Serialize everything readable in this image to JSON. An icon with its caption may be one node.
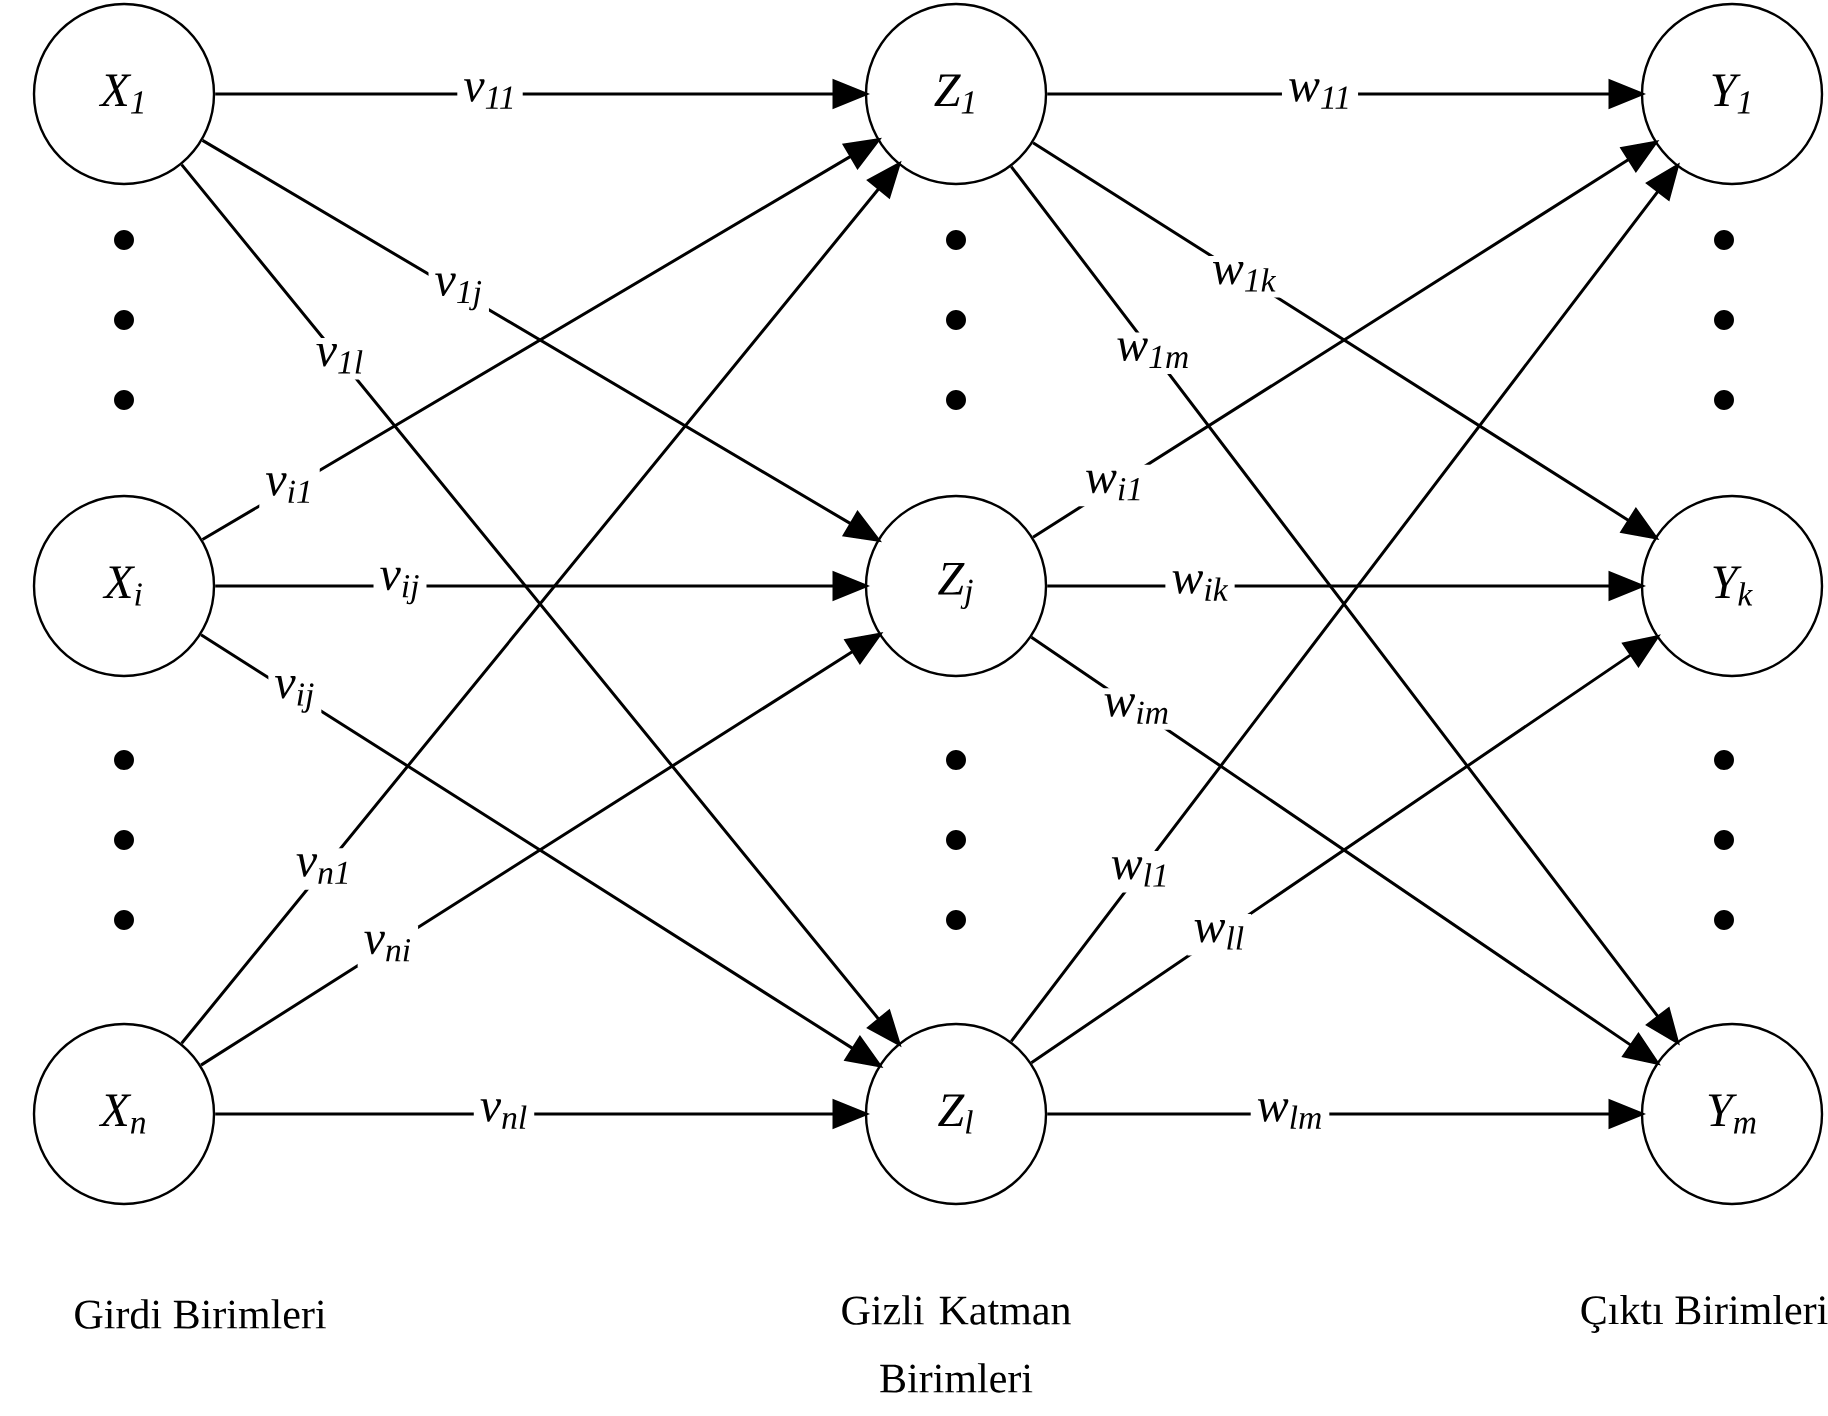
{
  "diagram": {
    "nodes": [
      {
        "text": [
          "X$_{1}$"
        ]
      },
      {
        "text": [
          "X$_{i}$"
        ]
      },
      {
        "text": [
          "X$_{n}$"
        ]
      },
      {
        "text": [
          "Z$_{1}$"
        ]
      },
      {
        "text": [
          "Z$_{j}$"
        ]
      },
      {
        "text": [
          "Z$_{l}$"
        ]
      },
      {
        "text": [
          "Y$_{1}$"
        ]
      },
      {
        "text": [
          "Y$_{k}$"
        ]
      },
      {
        "text": [
          "Y$_{m}$"
        ]
      }
    ],
    "edges": [
      {
        "from": 0,
        "to": 3,
        "arrow": "to",
        "label": "v$_{11}$"
      },
      {
        "from": 0,
        "to": 4,
        "arrow": "to",
        "label": "v$_{1j}$"
      },
      {
        "from": 0,
        "to": 5,
        "arrow": "to",
        "label": "v$_{1l}$"
      },
      {
        "from": 1,
        "to": 3,
        "arrow": "to",
        "label": "v$_{i1}$"
      },
      {
        "from": 1,
        "to": 4,
        "arrow": "to",
        "label": "v$_{ij}$"
      },
      {
        "from": 1,
        "to": 5,
        "arrow": "to",
        "label": "v$_{ij}$"
      },
      {
        "from": 2,
        "to": 3,
        "arrow": "to",
        "label": "v$_{n1}$"
      },
      {
        "from": 2,
        "to": 4,
        "arrow": "to",
        "label": "v$_{ni}$"
      },
      {
        "from": 2,
        "to": 5,
        "arrow": "to",
        "label": "v$_{nl}$"
      },
      {
        "from": 3,
        "to": 6,
        "arrow": "to",
        "label": "w$_{11}$"
      },
      {
        "from": 3,
        "to": 7,
        "arrow": "to",
        "label": "w$_{1k}$"
      },
      {
        "from": 3,
        "to": 8,
        "arrow": "to",
        "label": "w$_{1m}$"
      },
      {
        "from": 4,
        "to": 6,
        "arrow": "to",
        "label": "w$_{i1}$"
      },
      {
        "from": 4,
        "to": 7,
        "arrow": "to",
        "label": "w$_{ik}$"
      },
      {
        "from": 4,
        "to": 8,
        "arrow": "to",
        "label": "w$_{im}$"
      },
      {
        "from": 5,
        "to": 6,
        "arrow": "to",
        "label": "w$_{l1}$"
      },
      {
        "from": 5,
        "to": 7,
        "arrow": "to",
        "label": "w$_{ll}$"
      },
      {
        "from": 5,
        "to": 8,
        "arrow": "to",
        "label": "w$_{lm}$"
      }
    ],
    "labels": [
      "Girdi Birimleri",
      "Gizli Katman Birimleri",
      "Çıktı Birimleri"
    ]
  }
}
